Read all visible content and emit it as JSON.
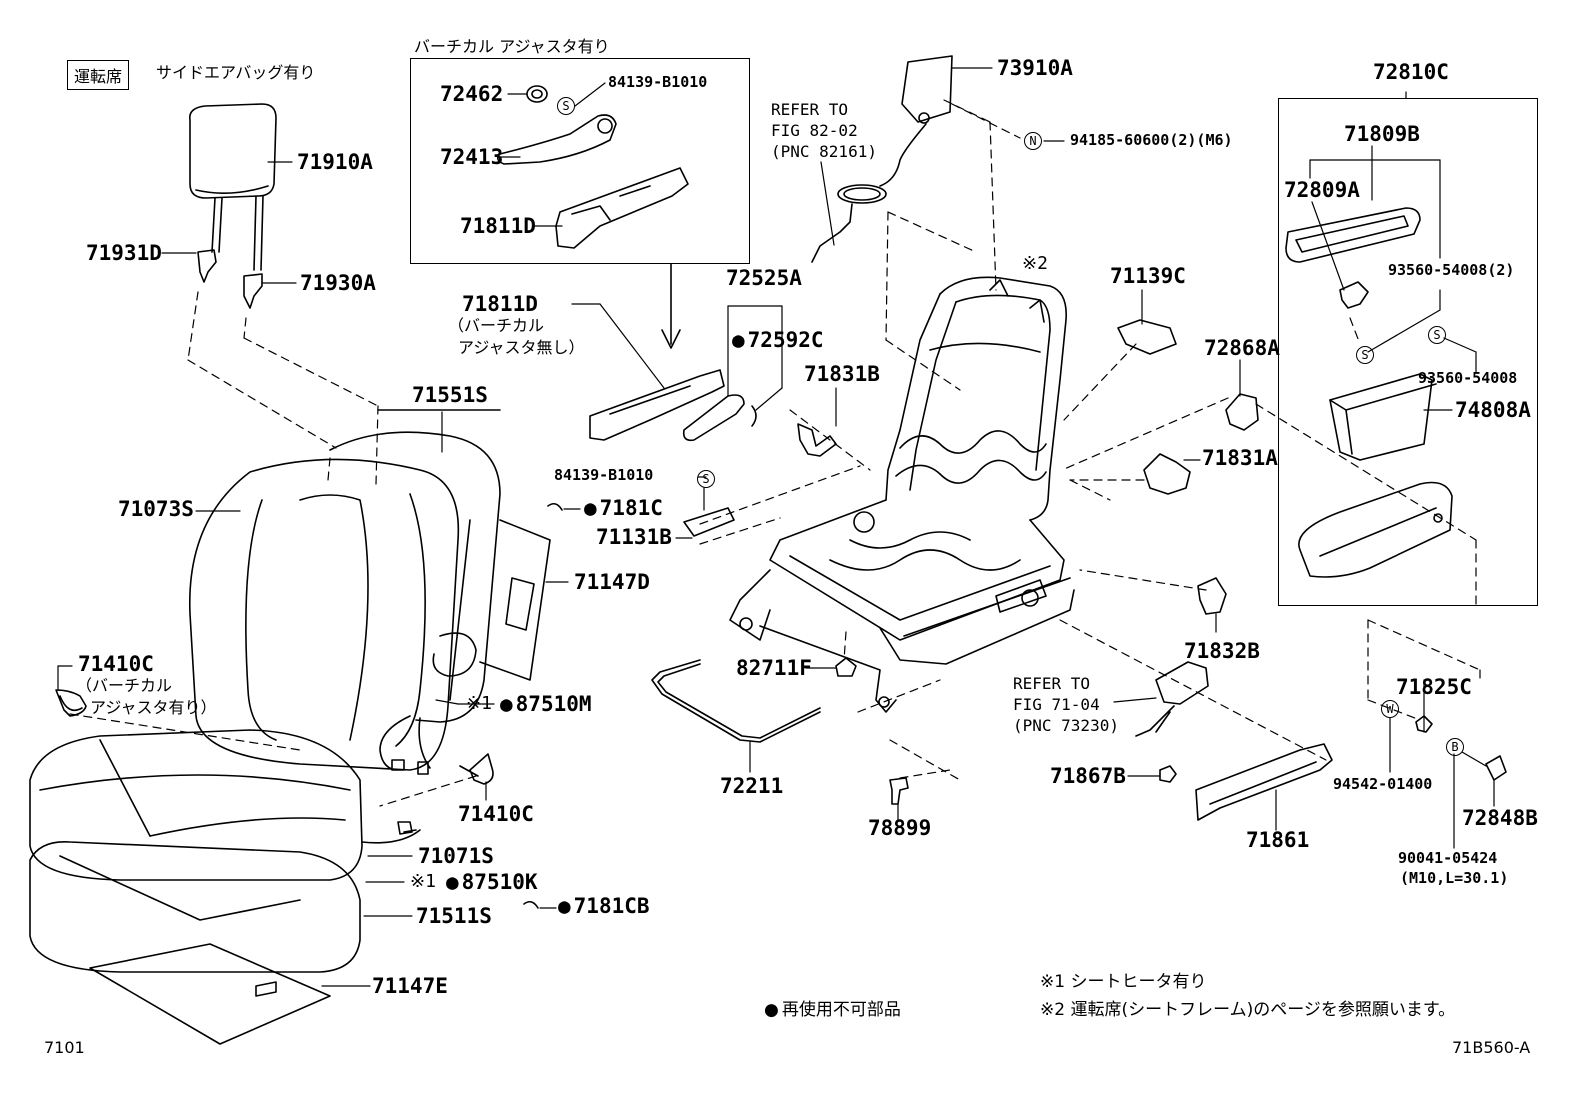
{
  "header": {
    "tag": "運転席",
    "note": "サイドエアバッグ有り",
    "vertical_adjuster": "バーチカル アジャスタ有り"
  },
  "parts": {
    "p71910A": "71910A",
    "p71931D": "71931D",
    "p71930A": "71930A",
    "p72462": "72462",
    "p84139_top": "84139-B1010",
    "p72413": "72413",
    "p71811D_top": "71811D",
    "p73910A": "73910A",
    "p94185": "94185-60600(2)(M6)",
    "p72810C": "72810C",
    "p71809B": "71809B",
    "p72809A": "72809A",
    "p93560_2": "93560-54008(2)",
    "p93560": "93560-54008",
    "p74808A": "74808A",
    "p72525A": "72525A",
    "p72592C": "72592C",
    "p71811D": "71811D",
    "p71811D_note1": "（バーチカル",
    "p71811D_note2": "アジャスタ無し）",
    "p71831B": "71831B",
    "p71139C": "71139C",
    "p72868A": "72868A",
    "p71831A": "71831A",
    "p71551S": "71551S",
    "p71073S": "71073S",
    "p84139_mid": "84139-B1010",
    "p7181C": "7181C",
    "p71131B": "71131B",
    "p71147D": "71147D",
    "p71832B": "71832B",
    "p71410C_top": "71410C",
    "p71410C_note1": "（バーチカル",
    "p71410C_note2": "アジャスタ有り）",
    "p87510M": "87510M",
    "p82711F": "82711F",
    "p71825C": "71825C",
    "p71410C": "71410C",
    "p72211": "72211",
    "p71867B": "71867B",
    "p94542": "94542-01400",
    "p72848B": "72848B",
    "p71071S": "71071S",
    "p87510K": "87510K",
    "p7181CB": "7181CB",
    "p71511S": "71511S",
    "p78899": "78899",
    "p71861": "71861",
    "p90041": "90041-05424",
    "p90041_note": "(M10,L=30.1)",
    "p71147E": "71147E",
    "mark1": "※1",
    "mark2": "※2"
  },
  "refs": {
    "ref82_l1": "REFER TO",
    "ref82_l2": "FIG 82-02",
    "ref82_l3": "(PNC 82161)",
    "ref71_l1": "REFER TO",
    "ref71_l2": "FIG 71-04",
    "ref71_l3": "(PNC 73230)"
  },
  "symbols": {
    "s": "S",
    "n": "N",
    "w": "W",
    "b": "B"
  },
  "legend": {
    "note1": "※1  シートヒータ有り",
    "note2": "※2  運転席(シートフレーム)のページを参照願います。",
    "non_reusable": "再使用不可部品"
  },
  "footer": {
    "left_code": "7101",
    "right_code": "71B560-A"
  }
}
